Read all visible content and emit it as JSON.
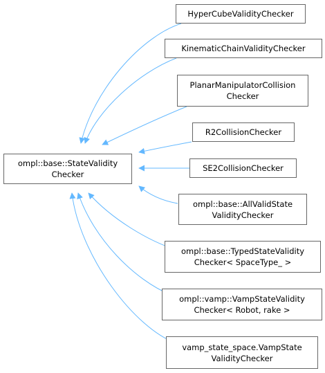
{
  "diagram": {
    "edge_color": "#63b8ff",
    "box_border": "#666666",
    "base_class": {
      "lines": [
        "ompl::base::StateValidity",
        "Checker"
      ]
    },
    "derived_classes": [
      {
        "id": "hypercube",
        "lines": [
          "HyperCubeValidityChecker"
        ]
      },
      {
        "id": "kinematic-chain",
        "lines": [
          "KinematicChainValidityChecker"
        ]
      },
      {
        "id": "planar-manipulator",
        "lines": [
          "PlanarManipulatorCollision",
          "Checker"
        ]
      },
      {
        "id": "r2-collision",
        "lines": [
          "R2CollisionChecker"
        ]
      },
      {
        "id": "se2-collision",
        "lines": [
          "SE2CollisionChecker"
        ]
      },
      {
        "id": "all-valid-state",
        "lines": [
          "ompl::base::AllValidState",
          "ValidityChecker"
        ]
      },
      {
        "id": "typed-state-validity",
        "lines": [
          "ompl::base::TypedStateValidity",
          "Checker< SpaceType_ >"
        ]
      },
      {
        "id": "vamp-state-validity",
        "lines": [
          "ompl::vamp::VampStateValidity",
          "Checker< Robot, rake >"
        ]
      },
      {
        "id": "vamp-state-space",
        "lines": [
          "vamp_state_space.VampState",
          "ValidityChecker"
        ]
      }
    ]
  }
}
